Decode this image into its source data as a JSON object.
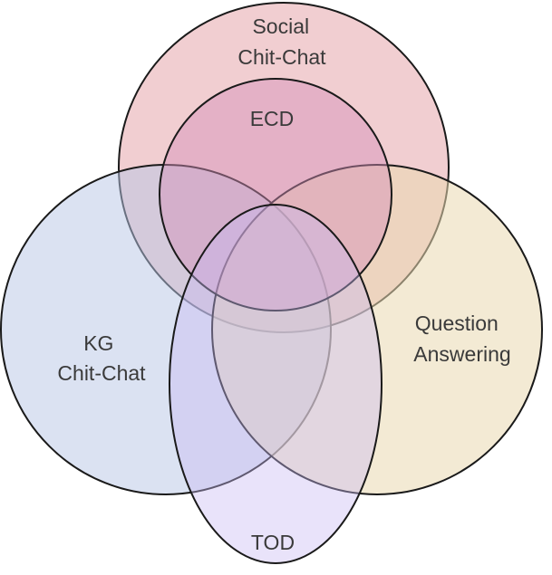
{
  "diagram": {
    "sets": [
      {
        "id": "social",
        "lines": [
          "Social",
          "Chit-Chat"
        ],
        "color": "#e6a5ac"
      },
      {
        "id": "ecd",
        "lines": [
          "ECD"
        ],
        "color": "#d58fb8"
      },
      {
        "id": "kg",
        "lines": [
          "KG",
          "Chit-Chat"
        ],
        "color": "#b8c6e6"
      },
      {
        "id": "qa",
        "lines": [
          "Question",
          "Answering"
        ],
        "color": "#ead9b1"
      },
      {
        "id": "tod",
        "lines": [
          "TOD"
        ],
        "color": "#c9b8f2"
      }
    ]
  }
}
